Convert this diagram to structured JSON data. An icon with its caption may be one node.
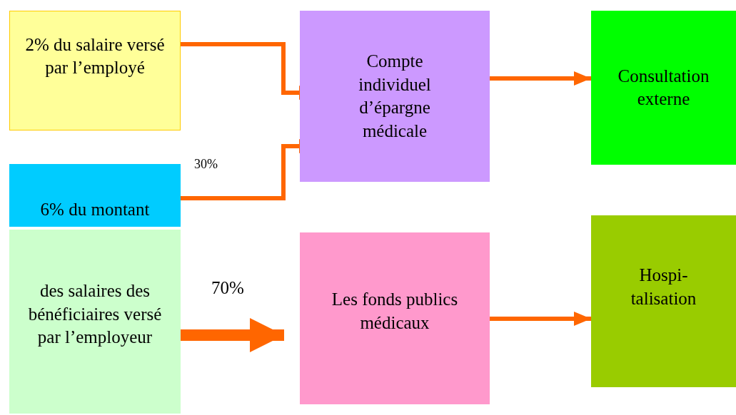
{
  "diagram": {
    "nodes": [
      {
        "text": [
          "2% du salaire versé par l’employé"
        ]
      },
      {
        "text": [
          "Compte individuel d’épargne médicale"
        ]
      },
      {
        "text": [
          "Consultation externe"
        ]
      },
      {
        "text": [
          "6% du montant"
        ]
      },
      {
        "text": [
          "des salaires des bénéficiaires versé par l’employeur"
        ]
      },
      {
        "text": [
          "Les fonds publics médicaux"
        ]
      },
      {
        "text": [
          "Hospi- talisation"
        ]
      }
    ],
    "edges": [
      {
        "from": 0,
        "to": 1,
        "arrow": "to"
      },
      {
        "from": 3,
        "to": 1,
        "arrow": "to",
        "label": "30%"
      },
      {
        "from": 1,
        "to": 2,
        "arrow": "to"
      },
      {
        "from": 4,
        "to": 5,
        "arrow": "to",
        "label": "70%",
        "style": "thick"
      },
      {
        "from": 5,
        "to": 6,
        "arrow": "to"
      }
    ]
  }
}
